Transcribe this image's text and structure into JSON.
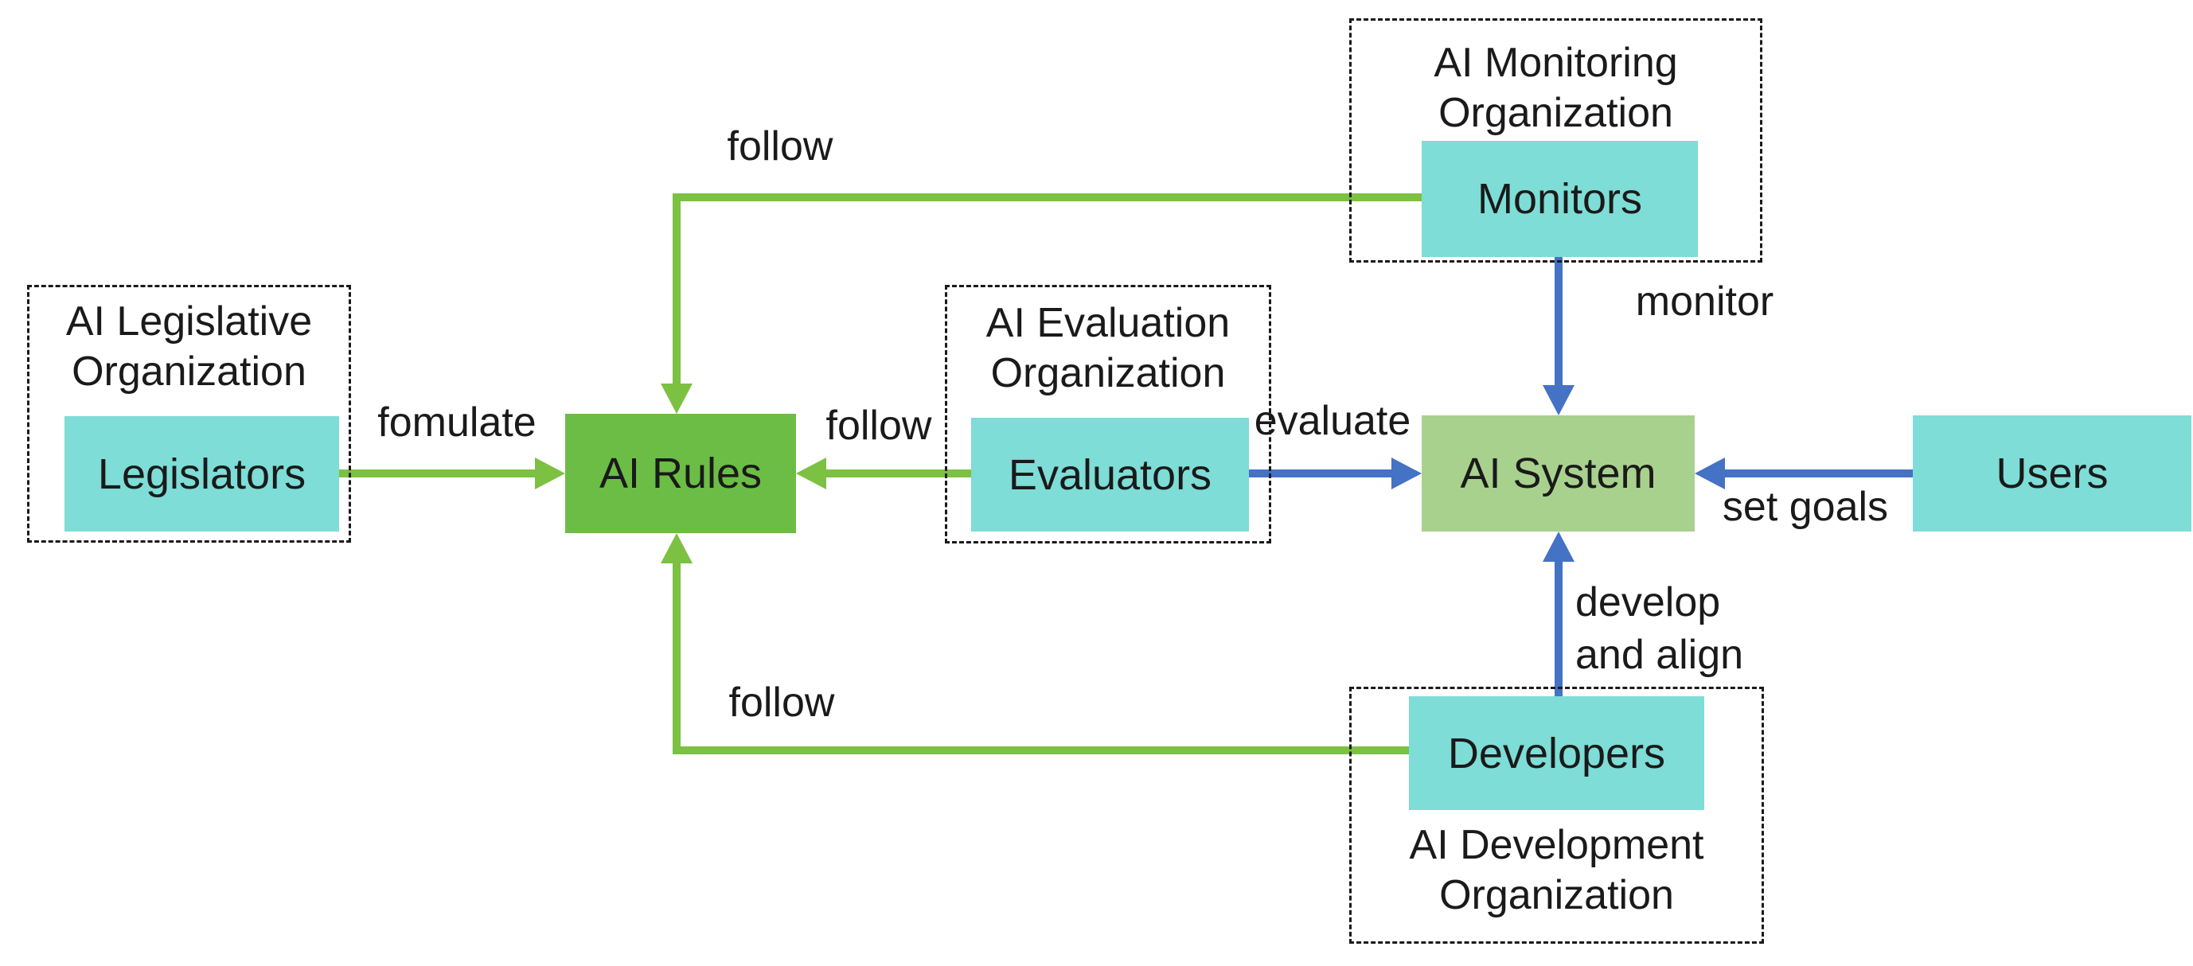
{
  "diagram": {
    "title": "AI governance relationships diagram",
    "nodes": {
      "legislators": {
        "label": "Legislators"
      },
      "rules": {
        "label": "AI Rules"
      },
      "evaluators": {
        "label": "Evaluators"
      },
      "system": {
        "label": "AI System"
      },
      "users": {
        "label": "Users"
      },
      "monitors": {
        "label": "Monitors"
      },
      "developers": {
        "label": "Developers"
      }
    },
    "groups": {
      "legislative": {
        "line1": "AI Legislative",
        "line2": "Organization"
      },
      "evaluation": {
        "line1": "AI Evaluation",
        "line2": "Organization"
      },
      "monitoring": {
        "line1": "AI Monitoring",
        "line2": "Organization"
      },
      "development": {
        "line1": "AI Development",
        "line2": "Organization"
      }
    },
    "edge_labels": {
      "fomulate": "fomulate",
      "follow_top": "follow",
      "follow_mid": "follow",
      "follow_bottom": "follow",
      "evaluate": "evaluate",
      "monitor": "monitor",
      "set_goals": "set goals",
      "develop_line1": "develop",
      "develop_line2": "and align"
    },
    "colors": {
      "teal": "#7EDDD6",
      "rules_green": "#6CBD45",
      "system_green": "#A9D18E",
      "green_arrow": "#7CC142",
      "blue_arrow": "#4472C4"
    }
  }
}
